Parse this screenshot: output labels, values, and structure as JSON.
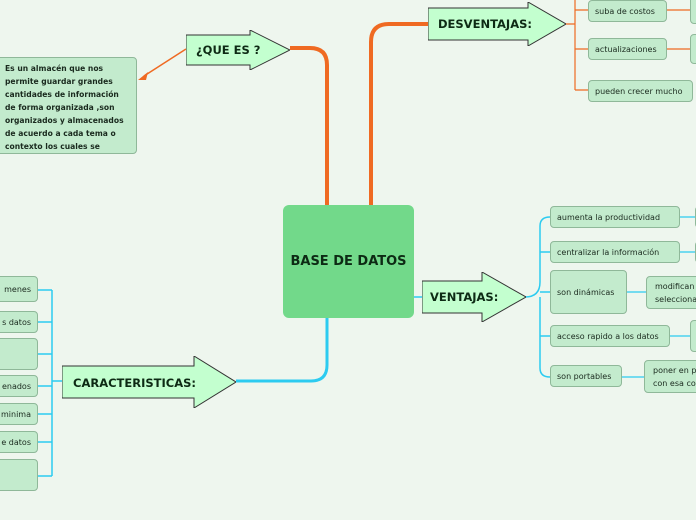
{
  "center": {
    "label": "BASE DE DATOS"
  },
  "que_es": {
    "label": "¿QUE ES ?",
    "description": "Es un almacén que nos permite guardar grandes cantidades de información de forma organizada ,son organizados y almacenados de acuerdo a cada tema o contexto los cuales se explotan y se administran por sistemas de informaciones de empresas en particular o relacionadas a las redes."
  },
  "desventajas": {
    "label": "DESVENTAJAS:",
    "items": [
      {
        "label": "suba de costos"
      },
      {
        "label": "actualizaciones"
      },
      {
        "label": "pueden crecer mucho"
      }
    ]
  },
  "ventajas": {
    "label": "VENTAJAS:",
    "items": [
      {
        "label": "aumenta la productividad"
      },
      {
        "label": "centralizar la información"
      },
      {
        "label": "son dinámicas",
        "detail": "modifican seleccionan"
      },
      {
        "label": "acceso rapido a los datos"
      },
      {
        "label": "son portables",
        "detail": "poner en p con esa cop"
      }
    ]
  },
  "caracteristicas": {
    "label": "CARACTERISTICAS:",
    "items": [
      {
        "label": "menes"
      },
      {
        "label": "s datos"
      },
      {
        "label": ""
      },
      {
        "label": "enados"
      },
      {
        "label": "minima"
      },
      {
        "label": "e datos"
      },
      {
        "label": ""
      }
    ]
  },
  "colors": {
    "desventajas_line": "#ef6a22",
    "ventajas_line": "#2ccbf0",
    "box_fill": "#c3ebcd",
    "center_fill": "#72d98a"
  }
}
